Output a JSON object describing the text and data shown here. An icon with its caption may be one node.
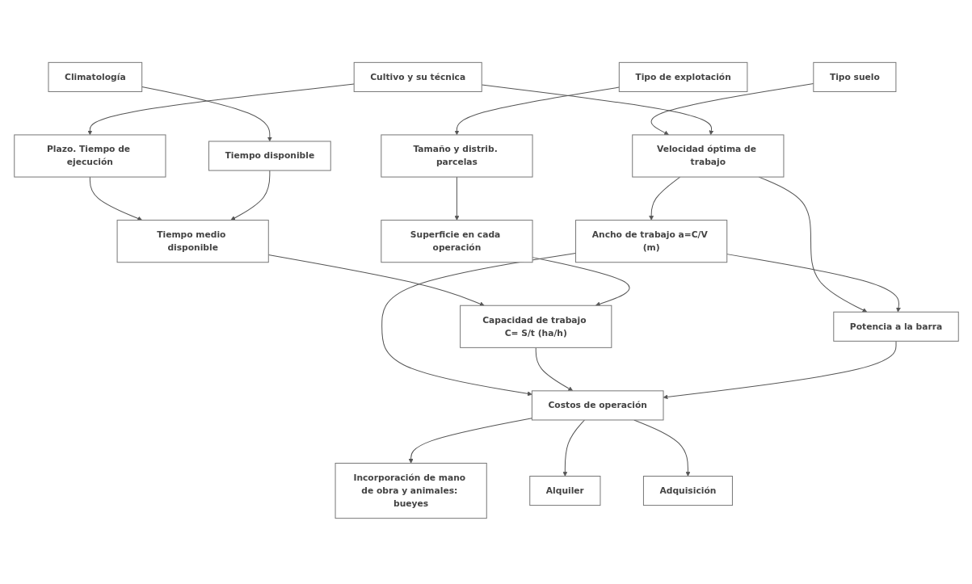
{
  "diagram": {
    "nodes": [
      {
        "text": [
          "Tipo suelo"
        ]
      },
      {
        "text": [
          "Cultivo y su técnica"
        ]
      },
      {
        "text": [
          "Climatología"
        ]
      },
      {
        "text": [
          "Tipo de explotación"
        ]
      },
      {
        "text": [
          "Plazo. Tiempo de ejecución"
        ]
      },
      {
        "text": [
          "Tiempo disponible"
        ]
      },
      {
        "text": [
          "Tamaño y distrib. parcelas"
        ]
      },
      {
        "text": [
          "Velocidad óptima de trabajo"
        ]
      },
      {
        "text": [
          "Tiempo medio disponible"
        ]
      },
      {
        "text": [
          "Superficie en cada operación"
        ]
      },
      {
        "text": [
          "Ancho de trabajo a=C/V (m)"
        ]
      },
      {
        "text": [
          "Capacidad de trabajo C= S/t (ha/h)"
        ]
      },
      {
        "text": [
          "Incorporación de mano de obra y animales: bueyes"
        ]
      },
      {
        "text": [
          "Potencia a la barra"
        ]
      },
      {
        "text": [
          "Costos de operación"
        ]
      },
      {
        "text": [
          "Alquiler"
        ]
      },
      {
        "text": [
          "Adquisición"
        ]
      }
    ],
    "edges": [
      {
        "from": 0,
        "to": 7,
        "arrow": "to"
      },
      {
        "from": 1,
        "to": 7,
        "arrow": "to"
      },
      {
        "from": 1,
        "to": 4,
        "arrow": "to"
      },
      {
        "from": 2,
        "to": 5,
        "arrow": "to"
      },
      {
        "from": 3,
        "to": 6,
        "arrow": "to"
      },
      {
        "from": 6,
        "to": 9,
        "arrow": "to"
      },
      {
        "from": 4,
        "to": 8,
        "arrow": "to"
      },
      {
        "from": 5,
        "to": 8,
        "arrow": "to"
      },
      {
        "from": 8,
        "to": 11,
        "arrow": "to"
      },
      {
        "from": 9,
        "to": 11,
        "arrow": "to"
      },
      {
        "from": 7,
        "to": 10,
        "arrow": "to"
      },
      {
        "from": 7,
        "to": 13,
        "arrow": "to"
      },
      {
        "from": 10,
        "to": 13,
        "arrow": "to"
      },
      {
        "from": 10,
        "to": 14,
        "arrow": "to"
      },
      {
        "from": 11,
        "to": 14,
        "arrow": "to"
      },
      {
        "from": 13,
        "to": 14,
        "arrow": "to"
      },
      {
        "from": 14,
        "to": 12,
        "arrow": "to"
      },
      {
        "from": 14,
        "to": 15,
        "arrow": "to"
      },
      {
        "from": 14,
        "to": 16,
        "arrow": "to"
      }
    ]
  }
}
